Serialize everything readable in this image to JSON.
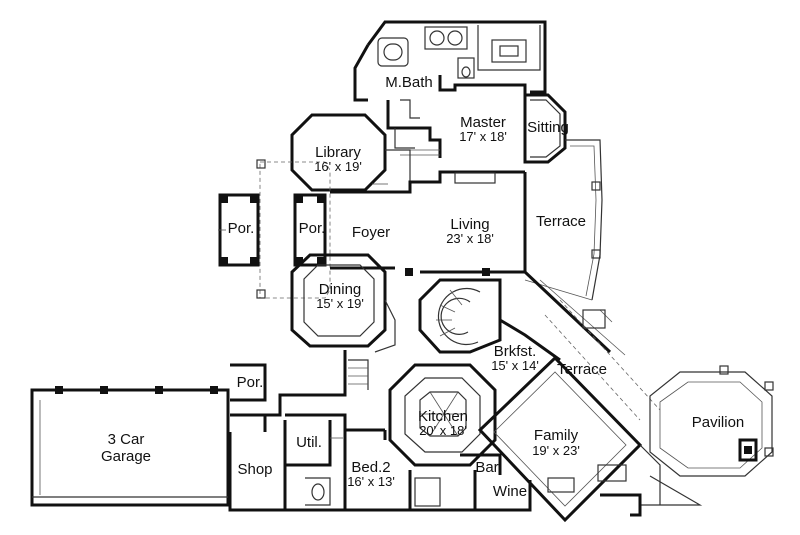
{
  "rooms": {
    "m_bath": {
      "name": "M.Bath"
    },
    "master": {
      "name": "Master",
      "size": "17' x 18'"
    },
    "sitting": {
      "name": "Sitting"
    },
    "library": {
      "name": "Library",
      "size": "16' x 19'"
    },
    "por_left": {
      "name": "Por."
    },
    "por_mid": {
      "name": "Por."
    },
    "foyer": {
      "name": "Foyer"
    },
    "living": {
      "name": "Living",
      "size": "23' x 18'"
    },
    "terrace_upper": {
      "name": "Terrace"
    },
    "dining": {
      "name": "Dining",
      "size": "15' x 19'"
    },
    "brkfst": {
      "name": "Brkfst.",
      "size": "15' x 14'"
    },
    "terrace_lower": {
      "name": "Terrace"
    },
    "por_garage": {
      "name": "Por."
    },
    "garage": {
      "name": "3 Car",
      "name2": "Garage"
    },
    "util": {
      "name": "Util."
    },
    "kitchen": {
      "name": "Kitchen",
      "size": "20' x 18'"
    },
    "family": {
      "name": "Family",
      "size": "19' x 23'"
    },
    "pavilion": {
      "name": "Pavilion"
    },
    "shop": {
      "name": "Shop"
    },
    "bed2": {
      "name": "Bed.2",
      "size": "16' x 13'"
    },
    "bar": {
      "name": "Bar"
    },
    "wine": {
      "name": "Wine"
    }
  }
}
